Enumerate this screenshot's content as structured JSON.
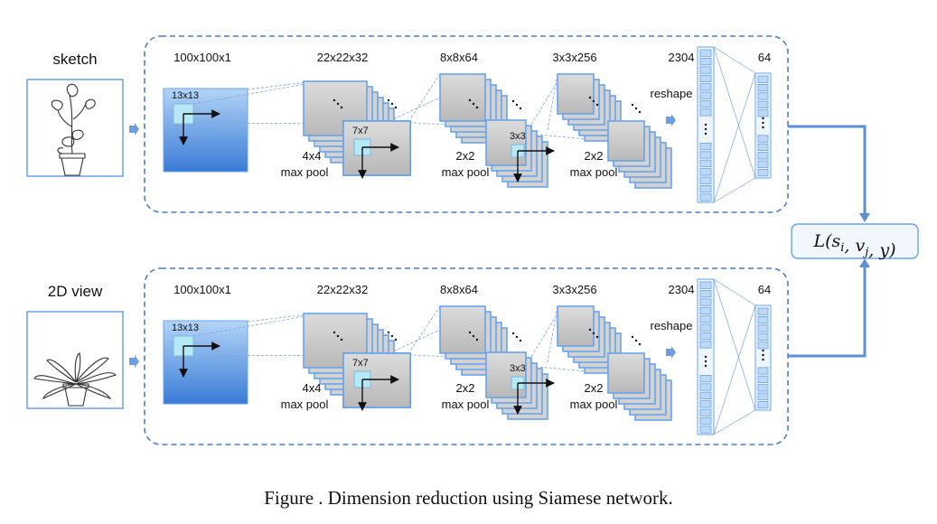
{
  "branches": [
    {
      "id": "sketch",
      "input_title": "sketch",
      "input_icon": "plant-sketch-icon",
      "dims": [
        "100x100x1",
        "22x22x32",
        "8x8x64",
        "3x3x256",
        "2304",
        "64"
      ],
      "kernels": [
        "13x13",
        "7x7",
        "3x3"
      ],
      "pools": [
        [
          "4x4",
          "max pool"
        ],
        [
          "2x2",
          "max pool"
        ],
        [
          "2x2",
          "max pool"
        ]
      ],
      "reshape": "reshape"
    },
    {
      "id": "view",
      "input_title": "2D view",
      "input_icon": "plant-view-icon",
      "dims": [
        "100x100x1",
        "22x22x32",
        "8x8x64",
        "3x3x256",
        "2304",
        "64"
      ],
      "kernels": [
        "13x13",
        "7x7",
        "3x3"
      ],
      "pools": [
        [
          "4x4",
          "max pool"
        ],
        [
          "2x2",
          "max pool"
        ],
        [
          "2x2",
          "max pool"
        ]
      ],
      "reshape": "reshape"
    }
  ],
  "loss": {
    "text": "L(s_i, v_j, y)"
  },
  "caption": "Figure . Dimension reduction using Siamese network.",
  "colors": {
    "accent": "#5b8fd6",
    "input_square_light": "#a9cdf5",
    "input_square_dark": "#3d7ed9",
    "feature_front": "#c4c4c4",
    "feature_edge": "#6aa4e8",
    "kernel_fill": "#b6e8f6",
    "dashed_border": "#4f7fb8",
    "vector_cell": "#bcd8f4"
  }
}
